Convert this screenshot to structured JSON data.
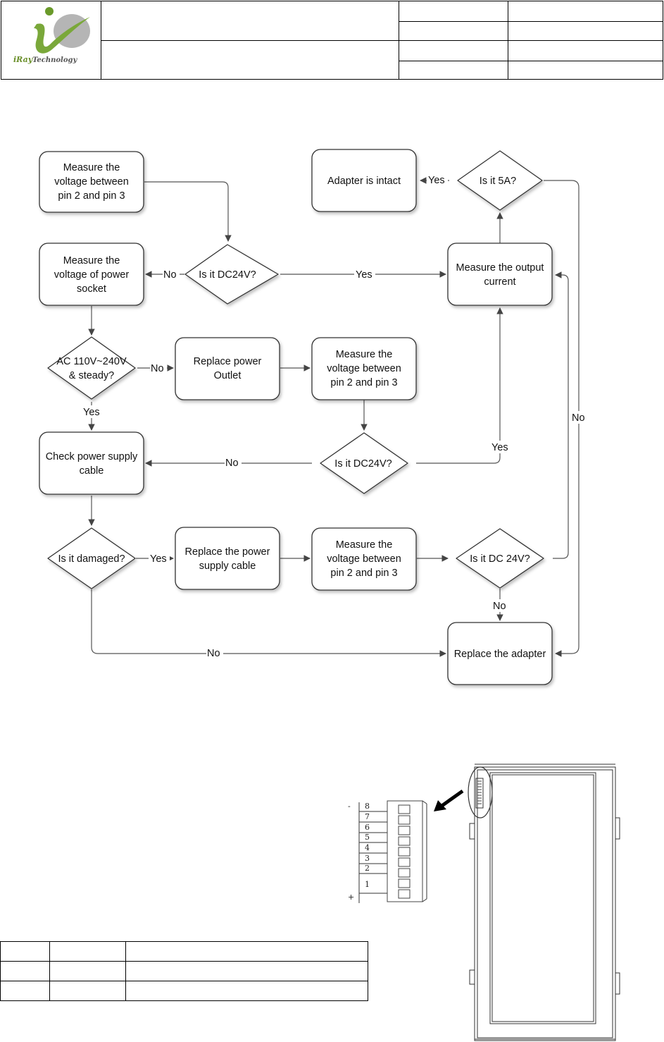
{
  "header": {
    "logo_text": "iRay",
    "logo_subtext": "Technology"
  },
  "flowchart": {
    "nodes": {
      "measure_pins_top": [
        "Measure the",
        "voltage between",
        "pin 2 and pin 3"
      ],
      "adapter_intact": [
        "Adapter is  intact"
      ],
      "is_5a": [
        "Is it 5A?"
      ],
      "measure_socket": [
        "Measure the",
        "voltage of power",
        "socket"
      ],
      "is_dc24v_1": [
        "Is it DC24V?"
      ],
      "measure_output": [
        "Measure the output",
        "current"
      ],
      "ac_steady": [
        "AC 110V~240V",
        "& steady?"
      ],
      "replace_outlet": [
        "Replace power",
        "Outlet"
      ],
      "measure_pins_mid": [
        "Measure the",
        "voltage between",
        "pin 2 and pin 3"
      ],
      "check_cable": [
        "Check power supply",
        "cable"
      ],
      "is_dc24v_2": [
        "Is it DC24V?"
      ],
      "is_damaged": [
        "Is it damaged?"
      ],
      "replace_cable": [
        "Replace the power",
        "supply cable"
      ],
      "measure_pins_bot": [
        "Measure the",
        "voltage between",
        "pin 2 and pin 3"
      ],
      "is_dc24v_3": [
        "Is it DC 24V?"
      ],
      "replace_adapter": [
        "Replace the adapter"
      ]
    },
    "edge_labels": {
      "yes": "Yes",
      "no": "No"
    }
  },
  "connector": {
    "pins": [
      "8",
      "7",
      "6",
      "5",
      "4",
      "3",
      "2",
      "1"
    ],
    "minus": "-",
    "plus": "+"
  },
  "bottom_table": {
    "rows": [
      [
        "",
        "",
        ""
      ],
      [
        "",
        "",
        ""
      ],
      [
        "",
        "",
        ""
      ]
    ]
  }
}
